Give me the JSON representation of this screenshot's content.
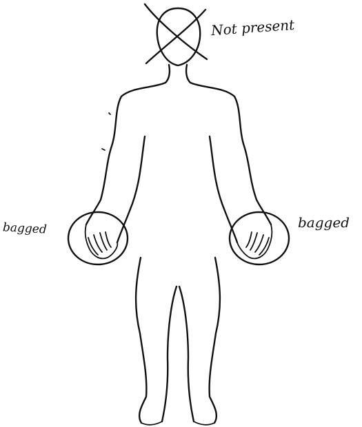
{
  "diagram": {
    "annotations": {
      "head": "Not present",
      "right_hand": "bagged",
      "left_hand": "bagged"
    },
    "marks": {
      "head": "crossed-out",
      "hands": "circled"
    }
  }
}
